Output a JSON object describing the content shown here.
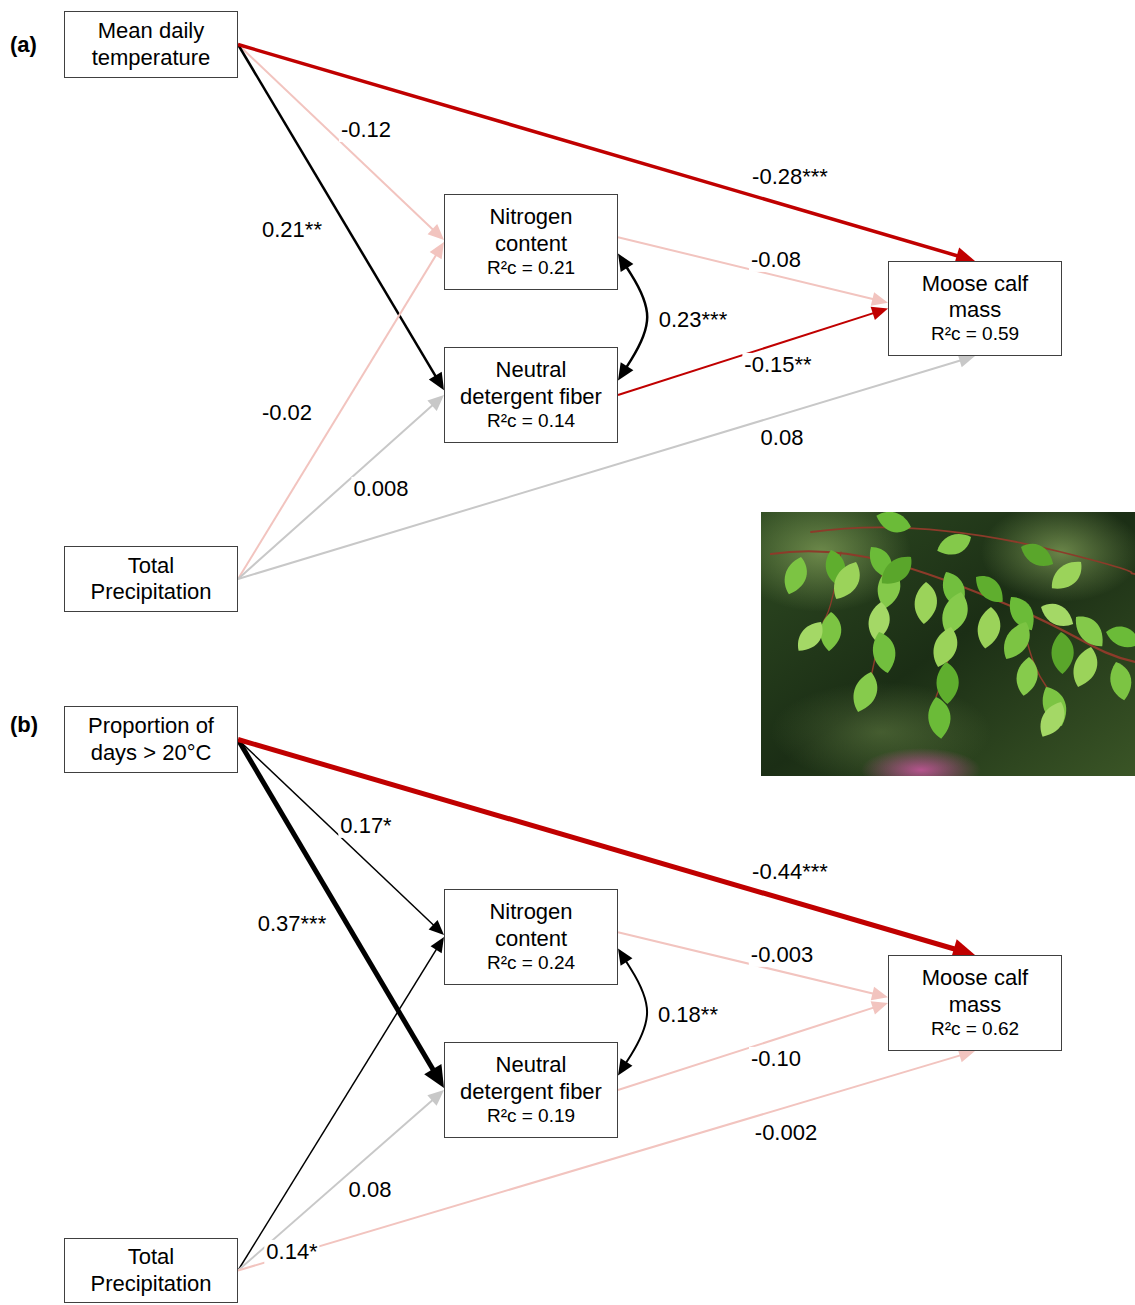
{
  "diagram": {
    "nodes": [
      {
        "text": [
          "Mean daily temperature"
        ]
      },
      {
        "text": [
          "Nitrogen content",
          "R²c = 0.21"
        ]
      },
      {
        "text": [
          "Neutral detergent fiber",
          "R²c = 0.14"
        ]
      },
      {
        "text": [
          "Moose calf mass",
          "R²c = 0.59"
        ]
      },
      {
        "text": [
          "Total Precipitation"
        ]
      },
      {
        "text": [
          "Proportion of days > 20°C"
        ]
      },
      {
        "text": [
          "Nitrogen content",
          "R²c = 0.24"
        ]
      },
      {
        "text": [
          "Neutral detergent fiber",
          "R²c = 0.19"
        ]
      },
      {
        "text": [
          "Moose calf mass",
          "R²c = 0.62"
        ]
      },
      {
        "text": [
          "Total Precipitation"
        ]
      }
    ],
    "edges": [
      {
        "from": 0,
        "to": 1,
        "label": "-0.12",
        "arrow": "to"
      },
      {
        "from": 0,
        "to": 2,
        "label": "0.21**",
        "arrow": "to"
      },
      {
        "from": 0,
        "to": 3,
        "label": "-0.28***",
        "arrow": "to"
      },
      {
        "from": 1,
        "to": 3,
        "label": "-0.08",
        "arrow": "to"
      },
      {
        "from": 2,
        "to": 3,
        "label": "-0.15**",
        "arrow": "to"
      },
      {
        "from": 1,
        "to": 2,
        "label": "0.23***",
        "arrow": "both"
      },
      {
        "from": 4,
        "to": 1,
        "label": "-0.02",
        "arrow": "to"
      },
      {
        "from": 4,
        "to": 2,
        "label": "0.008",
        "arrow": "to"
      },
      {
        "from": 4,
        "to": 3,
        "label": "0.08",
        "arrow": "to"
      },
      {
        "from": 5,
        "to": 6,
        "label": "0.17*",
        "arrow": "to"
      },
      {
        "from": 5,
        "to": 7,
        "label": "0.37***",
        "arrow": "to"
      },
      {
        "from": 5,
        "to": 8,
        "label": "-0.44***",
        "arrow": "to"
      },
      {
        "from": 6,
        "to": 8,
        "label": "-0.003",
        "arrow": "to"
      },
      {
        "from": 7,
        "to": 8,
        "label": "-0.10",
        "arrow": "to"
      },
      {
        "from": 6,
        "to": 7,
        "label": "0.18**",
        "arrow": "both"
      },
      {
        "from": 9,
        "to": 6,
        "label": "0.14*",
        "arrow": "to"
      },
      {
        "from": 9,
        "to": 7,
        "label": "0.08",
        "arrow": "to"
      },
      {
        "from": 9,
        "to": 8,
        "label": "-0.002",
        "arrow": "to"
      }
    ],
    "labels": [
      "(a)",
      "(b)"
    ]
  }
}
